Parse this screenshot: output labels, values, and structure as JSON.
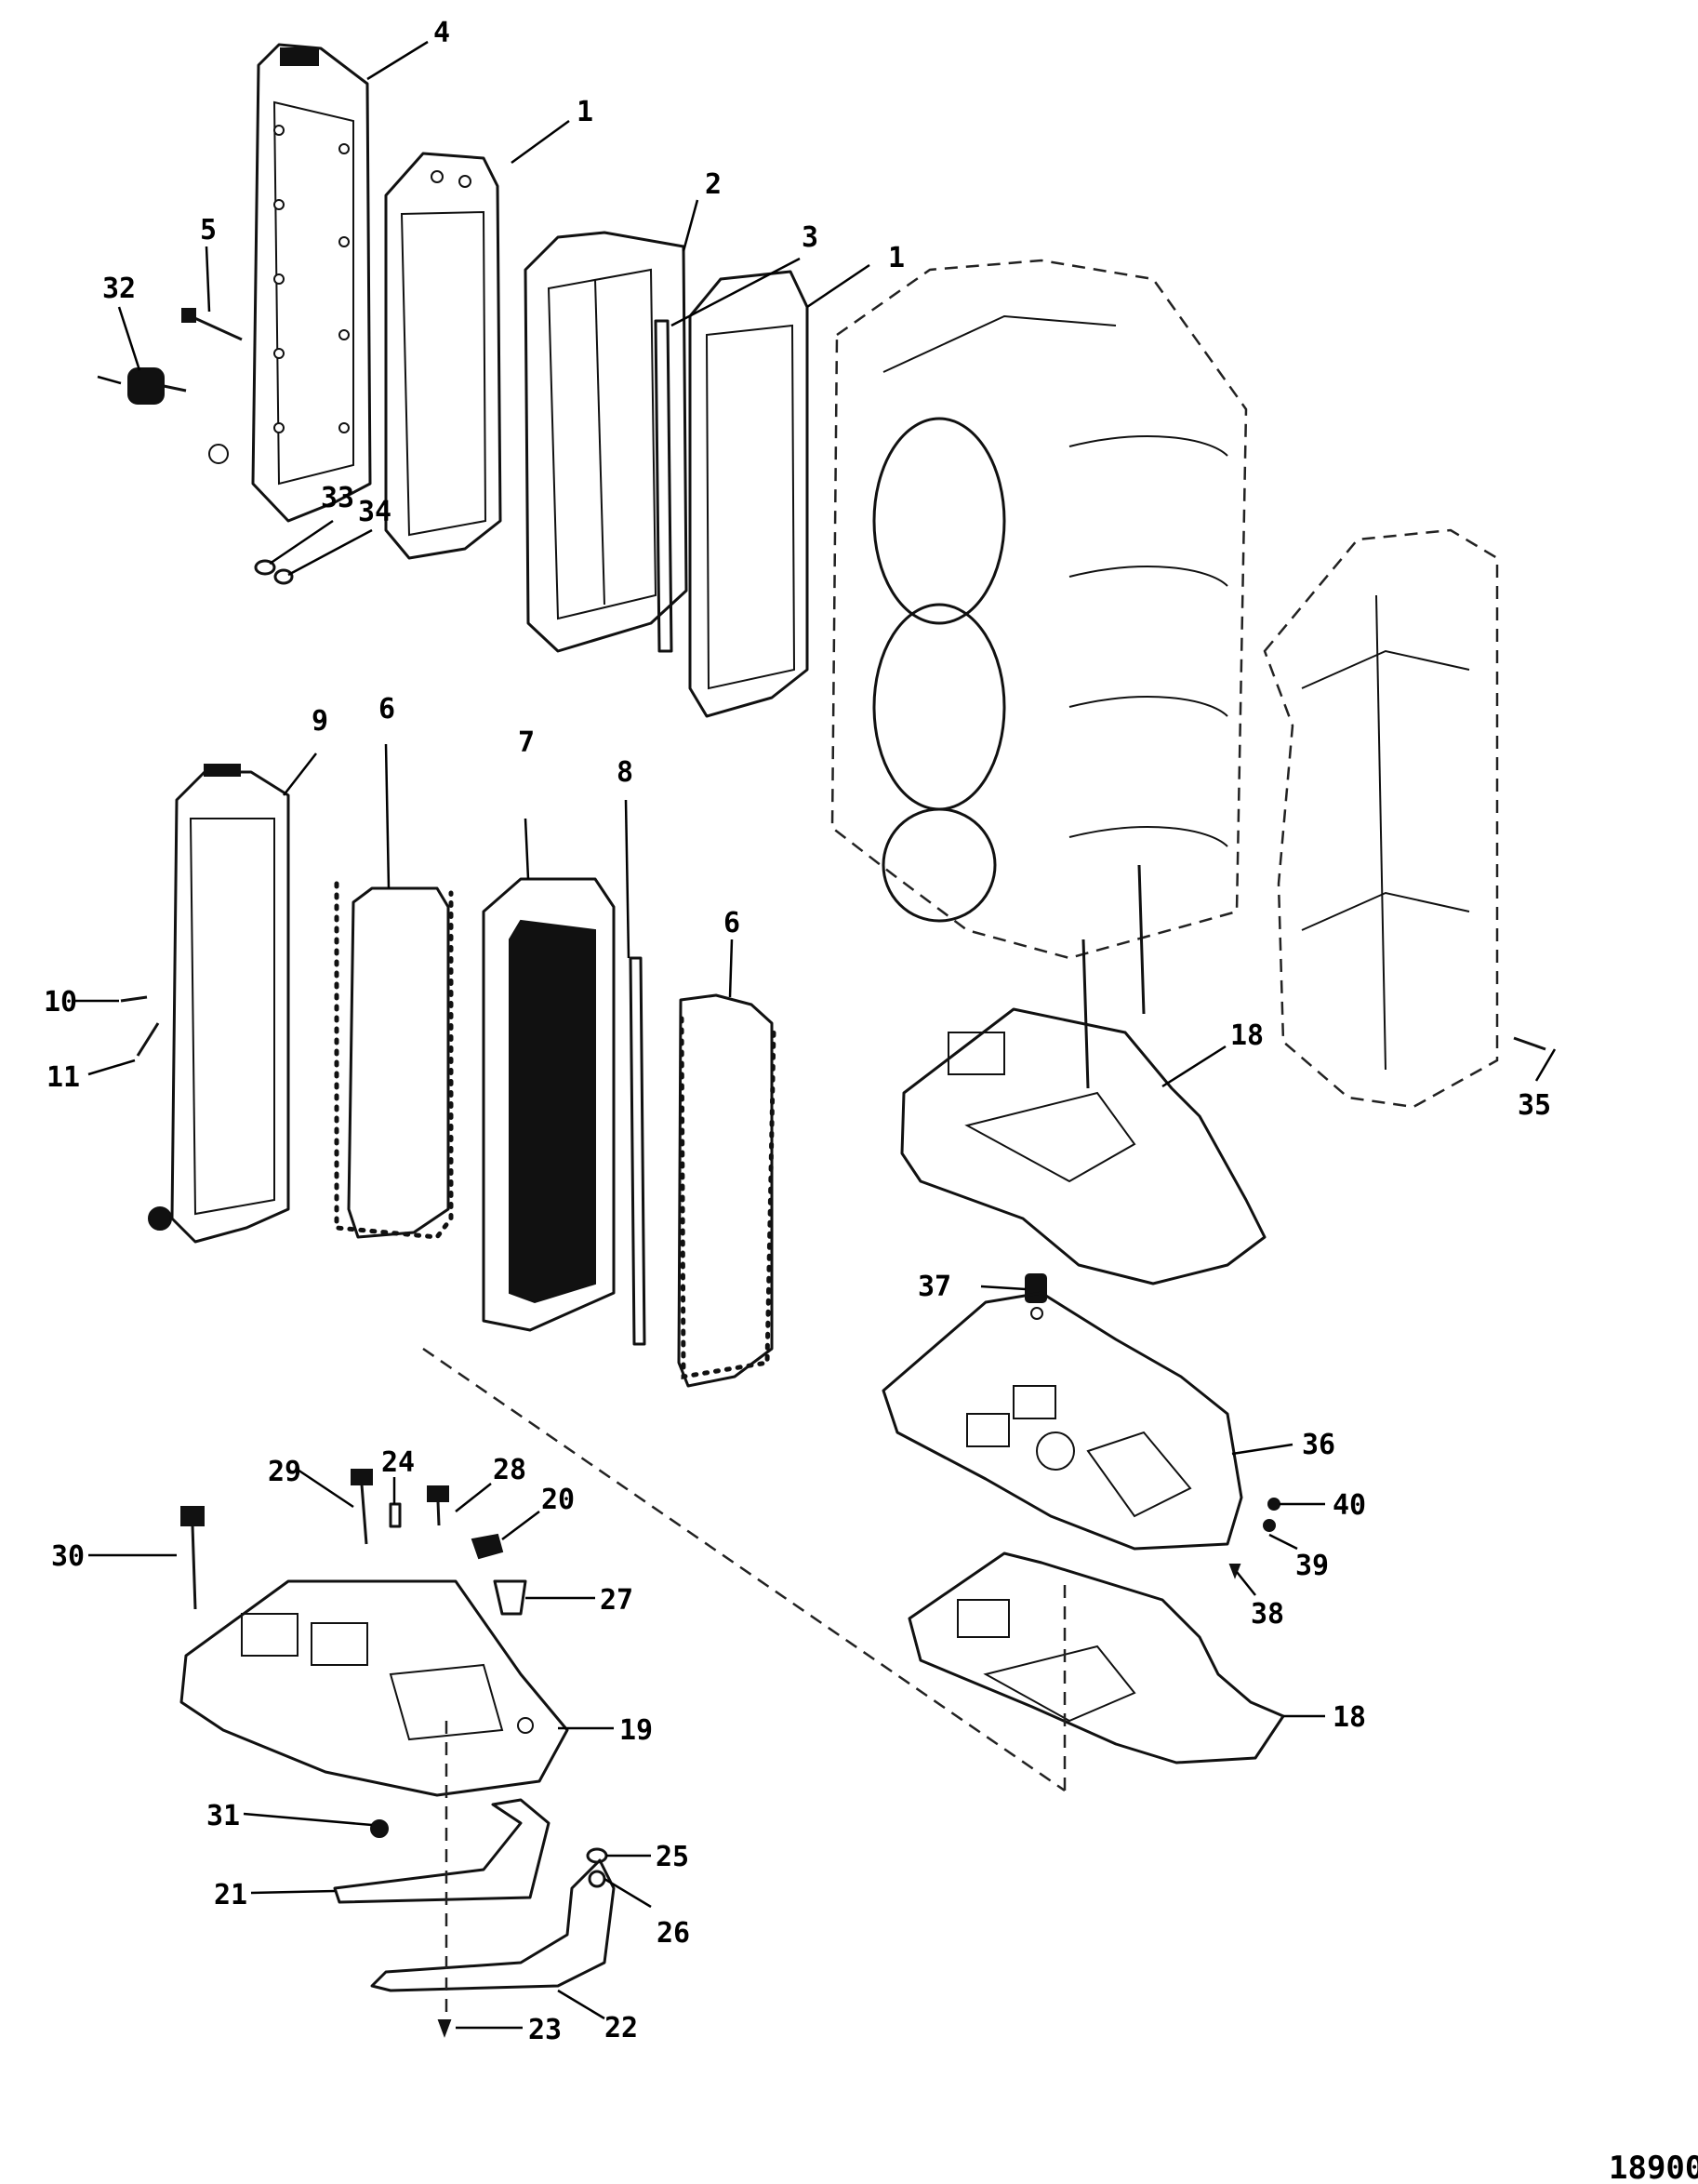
{
  "reference_number": "18900",
  "callouts": [
    {
      "id": "c4",
      "text": "4"
    },
    {
      "id": "c1a",
      "text": "1"
    },
    {
      "id": "c2",
      "text": "2"
    },
    {
      "id": "c3",
      "text": "3"
    },
    {
      "id": "c1b",
      "text": "1"
    },
    {
      "id": "c32",
      "text": "32"
    },
    {
      "id": "c5",
      "text": "5"
    },
    {
      "id": "c33",
      "text": "33"
    },
    {
      "id": "c34",
      "text": "34"
    },
    {
      "id": "c9",
      "text": "9"
    },
    {
      "id": "c6a",
      "text": "6"
    },
    {
      "id": "c7",
      "text": "7"
    },
    {
      "id": "c8",
      "text": "8"
    },
    {
      "id": "c6b",
      "text": "6"
    },
    {
      "id": "c10",
      "text": "10"
    },
    {
      "id": "c11",
      "text": "11"
    },
    {
      "id": "c35",
      "text": "35"
    },
    {
      "id": "c18a",
      "text": "18"
    },
    {
      "id": "c37",
      "text": "37"
    },
    {
      "id": "c36",
      "text": "36"
    },
    {
      "id": "c40",
      "text": "40"
    },
    {
      "id": "c39",
      "text": "39"
    },
    {
      "id": "c38",
      "text": "38"
    },
    {
      "id": "c18b",
      "text": "18"
    },
    {
      "id": "c29",
      "text": "29"
    },
    {
      "id": "c24",
      "text": "24"
    },
    {
      "id": "c28",
      "text": "28"
    },
    {
      "id": "c20",
      "text": "20"
    },
    {
      "id": "c30",
      "text": "30"
    },
    {
      "id": "c27",
      "text": "27"
    },
    {
      "id": "c19",
      "text": "19"
    },
    {
      "id": "c31",
      "text": "31"
    },
    {
      "id": "c25",
      "text": "25"
    },
    {
      "id": "c21",
      "text": "21"
    },
    {
      "id": "c26",
      "text": "26"
    },
    {
      "id": "c22",
      "text": "22"
    },
    {
      "id": "c23",
      "text": "23"
    }
  ]
}
